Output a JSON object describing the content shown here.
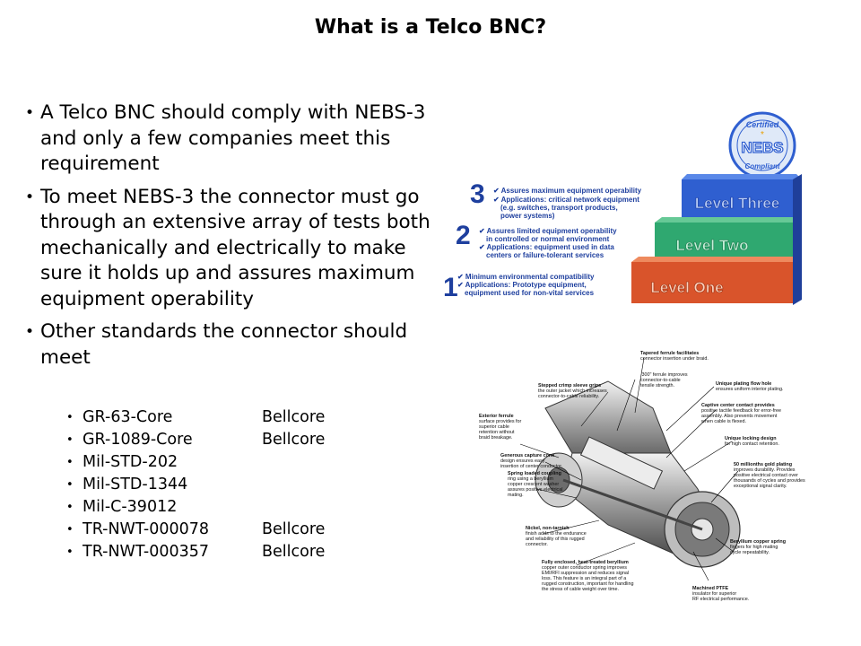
{
  "slide": {
    "title": "What is a Telco BNC?",
    "bullets": [
      "A Telco BNC should comply with NEBS-3 and only a few companies meet this requirement",
      "To meet NEBS-3 the connector must go through an extensive array of tests both mechanically and electrically to make sure it holds up and assures maximum equipment operability",
      "Other standards the connector should meet"
    ],
    "standards": [
      {
        "name": "GR-63-Core",
        "org": "Bellcore"
      },
      {
        "name": "GR-1089-Core",
        "org": "Bellcore"
      },
      {
        "name": "Mil-STD-202",
        "org": ""
      },
      {
        "name": "Mil-STD-1344",
        "org": ""
      },
      {
        "name": "Mil-C-39012",
        "org": ""
      },
      {
        "name": "TR-NWT-000078",
        "org": "Bellcore"
      },
      {
        "name": "TR-NWT-000357",
        "org": "Bellcore"
      }
    ]
  },
  "nebs_figure": {
    "seal": {
      "top": "Certified",
      "center": "NEBS",
      "bottom": "Compliant"
    },
    "levels": [
      {
        "number": "3",
        "step_label": "Level Three",
        "color": "#2f5fd0",
        "lines": [
          "✔ Assures maximum equipment operability",
          "✔ Applications: critical network equipment",
          "(e.g. switches, transport products,",
          "power systems)"
        ]
      },
      {
        "number": "2",
        "step_label": "Level Two",
        "color": "#2fa870",
        "lines": [
          "✔ Assures limited equipment operability",
          "in controlled or normal environment",
          "✔ Applications: equipment used in data",
          "centers or failure-tolerant services"
        ]
      },
      {
        "number": "1",
        "step_label": "Level One",
        "color": "#d9542b",
        "lines": [
          "✔ Minimum environmental compatibility",
          "✔ Applications: Prototype equipment,",
          "equipment used for non-vital services"
        ]
      }
    ]
  },
  "connector_figure": {
    "callouts": [
      {
        "lines": [
          "Tapered ferrule facilitates",
          "connector insertion under braid."
        ]
      },
      {
        "lines": [
          ".300\" ferrule improves",
          "connector-to-cable",
          "tensile strength."
        ]
      },
      {
        "lines": [
          "Stepped crimp sleeve grips",
          "the outer jacket which increases",
          "connector-to-cable reliability."
        ]
      },
      {
        "lines": [
          "Unique plating flow hole",
          "ensures uniform interior plating."
        ]
      },
      {
        "lines": [
          "Exterior ferrule",
          "surface provides for",
          "superior cable",
          "retention without",
          "braid breakage."
        ]
      },
      {
        "lines": [
          "Captive center contact provides",
          "positive tactile feedback for error-free",
          "assembly. Also prevents movement",
          "when cable is flexed."
        ]
      },
      {
        "lines": [
          "Unique locking design",
          "for high contact retention."
        ]
      },
      {
        "lines": [
          "Generous capture cone",
          "design ensures easy",
          "insertion of center conductor."
        ]
      },
      {
        "lines": [
          "50 millionths gold plating",
          "improves durability. Provides",
          "positive electrical contact over",
          "thousands of cycles and provides",
          "exceptional signal clarity."
        ]
      },
      {
        "lines": [
          "Spring loaded coupling",
          "ring using a beryllium",
          "copper crescent washer",
          "assures positive electrical",
          "mating."
        ]
      },
      {
        "lines": [
          "Nickel, non-tarnish",
          "finish adds to the endurance",
          "and reliability of this rugged",
          "connector."
        ]
      },
      {
        "lines": [
          "Beryllium copper spring",
          "fingers for high mating",
          "cycle repeatability."
        ]
      },
      {
        "lines": [
          "Fully enclosed, heat-treated beryllium",
          "copper outer conductor spring improves",
          "EMI/RFI suppression and reduces signal",
          "loss. This feature is an integral part of a",
          "rugged construction, important for handling",
          "the stress of cable weight over time."
        ]
      },
      {
        "lines": [
          "Machined PTFE",
          "insulator for superior",
          "RF electrical performance."
        ]
      }
    ]
  }
}
